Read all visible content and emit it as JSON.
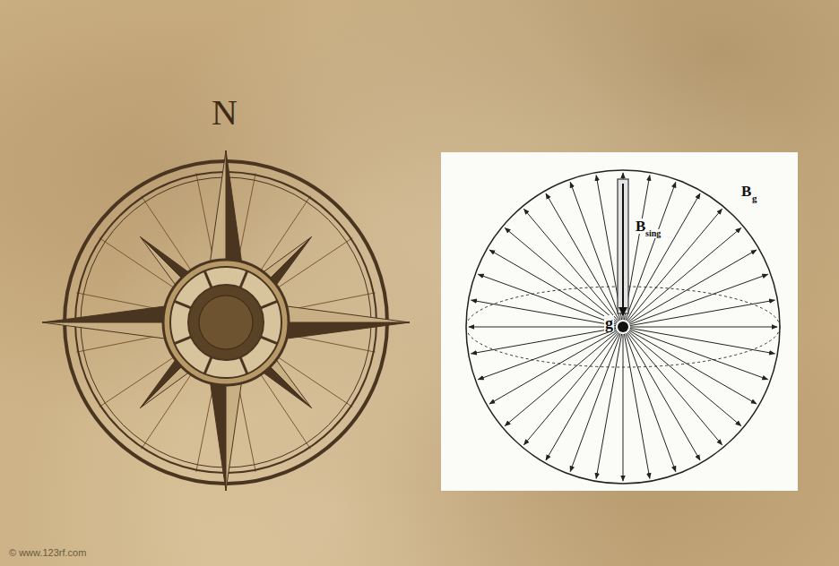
{
  "diagram": {
    "labels": [
      "N",
      "B",
      "sing",
      "g",
      "B",
      "g",
      "© www.123rf.com"
    ]
  }
}
